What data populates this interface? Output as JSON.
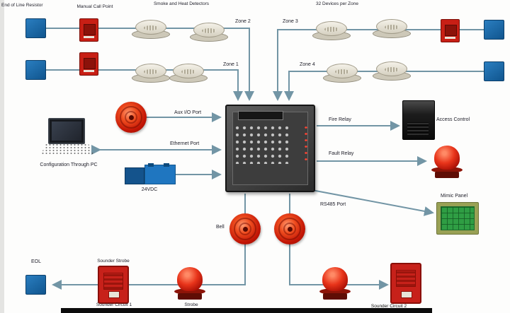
{
  "labels": {
    "end_of_line_resistor": "End of Line Resistor",
    "manual_call_point": "Manual Call Point",
    "smoke_heat_detectors": "Smoke and Heat Detectors",
    "devices_per_zone": "32 Devices per Zone",
    "zone1": "Zone 1",
    "zone2": "Zone 2",
    "zone3": "Zone 3",
    "zone4": "Zone 4",
    "aux_port": "Aux I/O Port",
    "ethernet_port": "Ethernet Port",
    "config_pc": "Configuration Through PC",
    "psu": "24VDC",
    "fire_relay": "Fire Relay",
    "fault_relay": "Fault Relay",
    "access_control": "Access Control",
    "rs485_port": "RS485 Port",
    "mimic_panel": "Mimic Panel",
    "bell": "Bell",
    "eol": "EOL",
    "sounder_strobe": "Sounder Strobe",
    "sounder_circuit_1": "Sounder Circuit 1",
    "strobe": "Strobe",
    "sounder_circuit_2": "Sounder Circuit 2"
  },
  "colors": {
    "wire": "#7295a5",
    "device_red": "#c7211a",
    "eol_blue": "#1668a8",
    "mimic_green": "#2f9e44",
    "panel_gray": "#3d3d3d"
  }
}
